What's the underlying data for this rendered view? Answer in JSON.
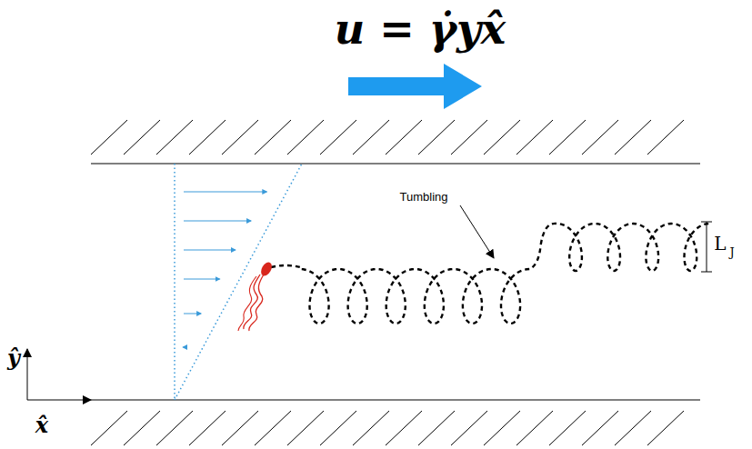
{
  "diagram": {
    "title": "u = γ̇yx̂",
    "labels": [
      "Tumbling",
      "L",
      "J",
      "ŷ",
      "x̂"
    ]
  }
}
